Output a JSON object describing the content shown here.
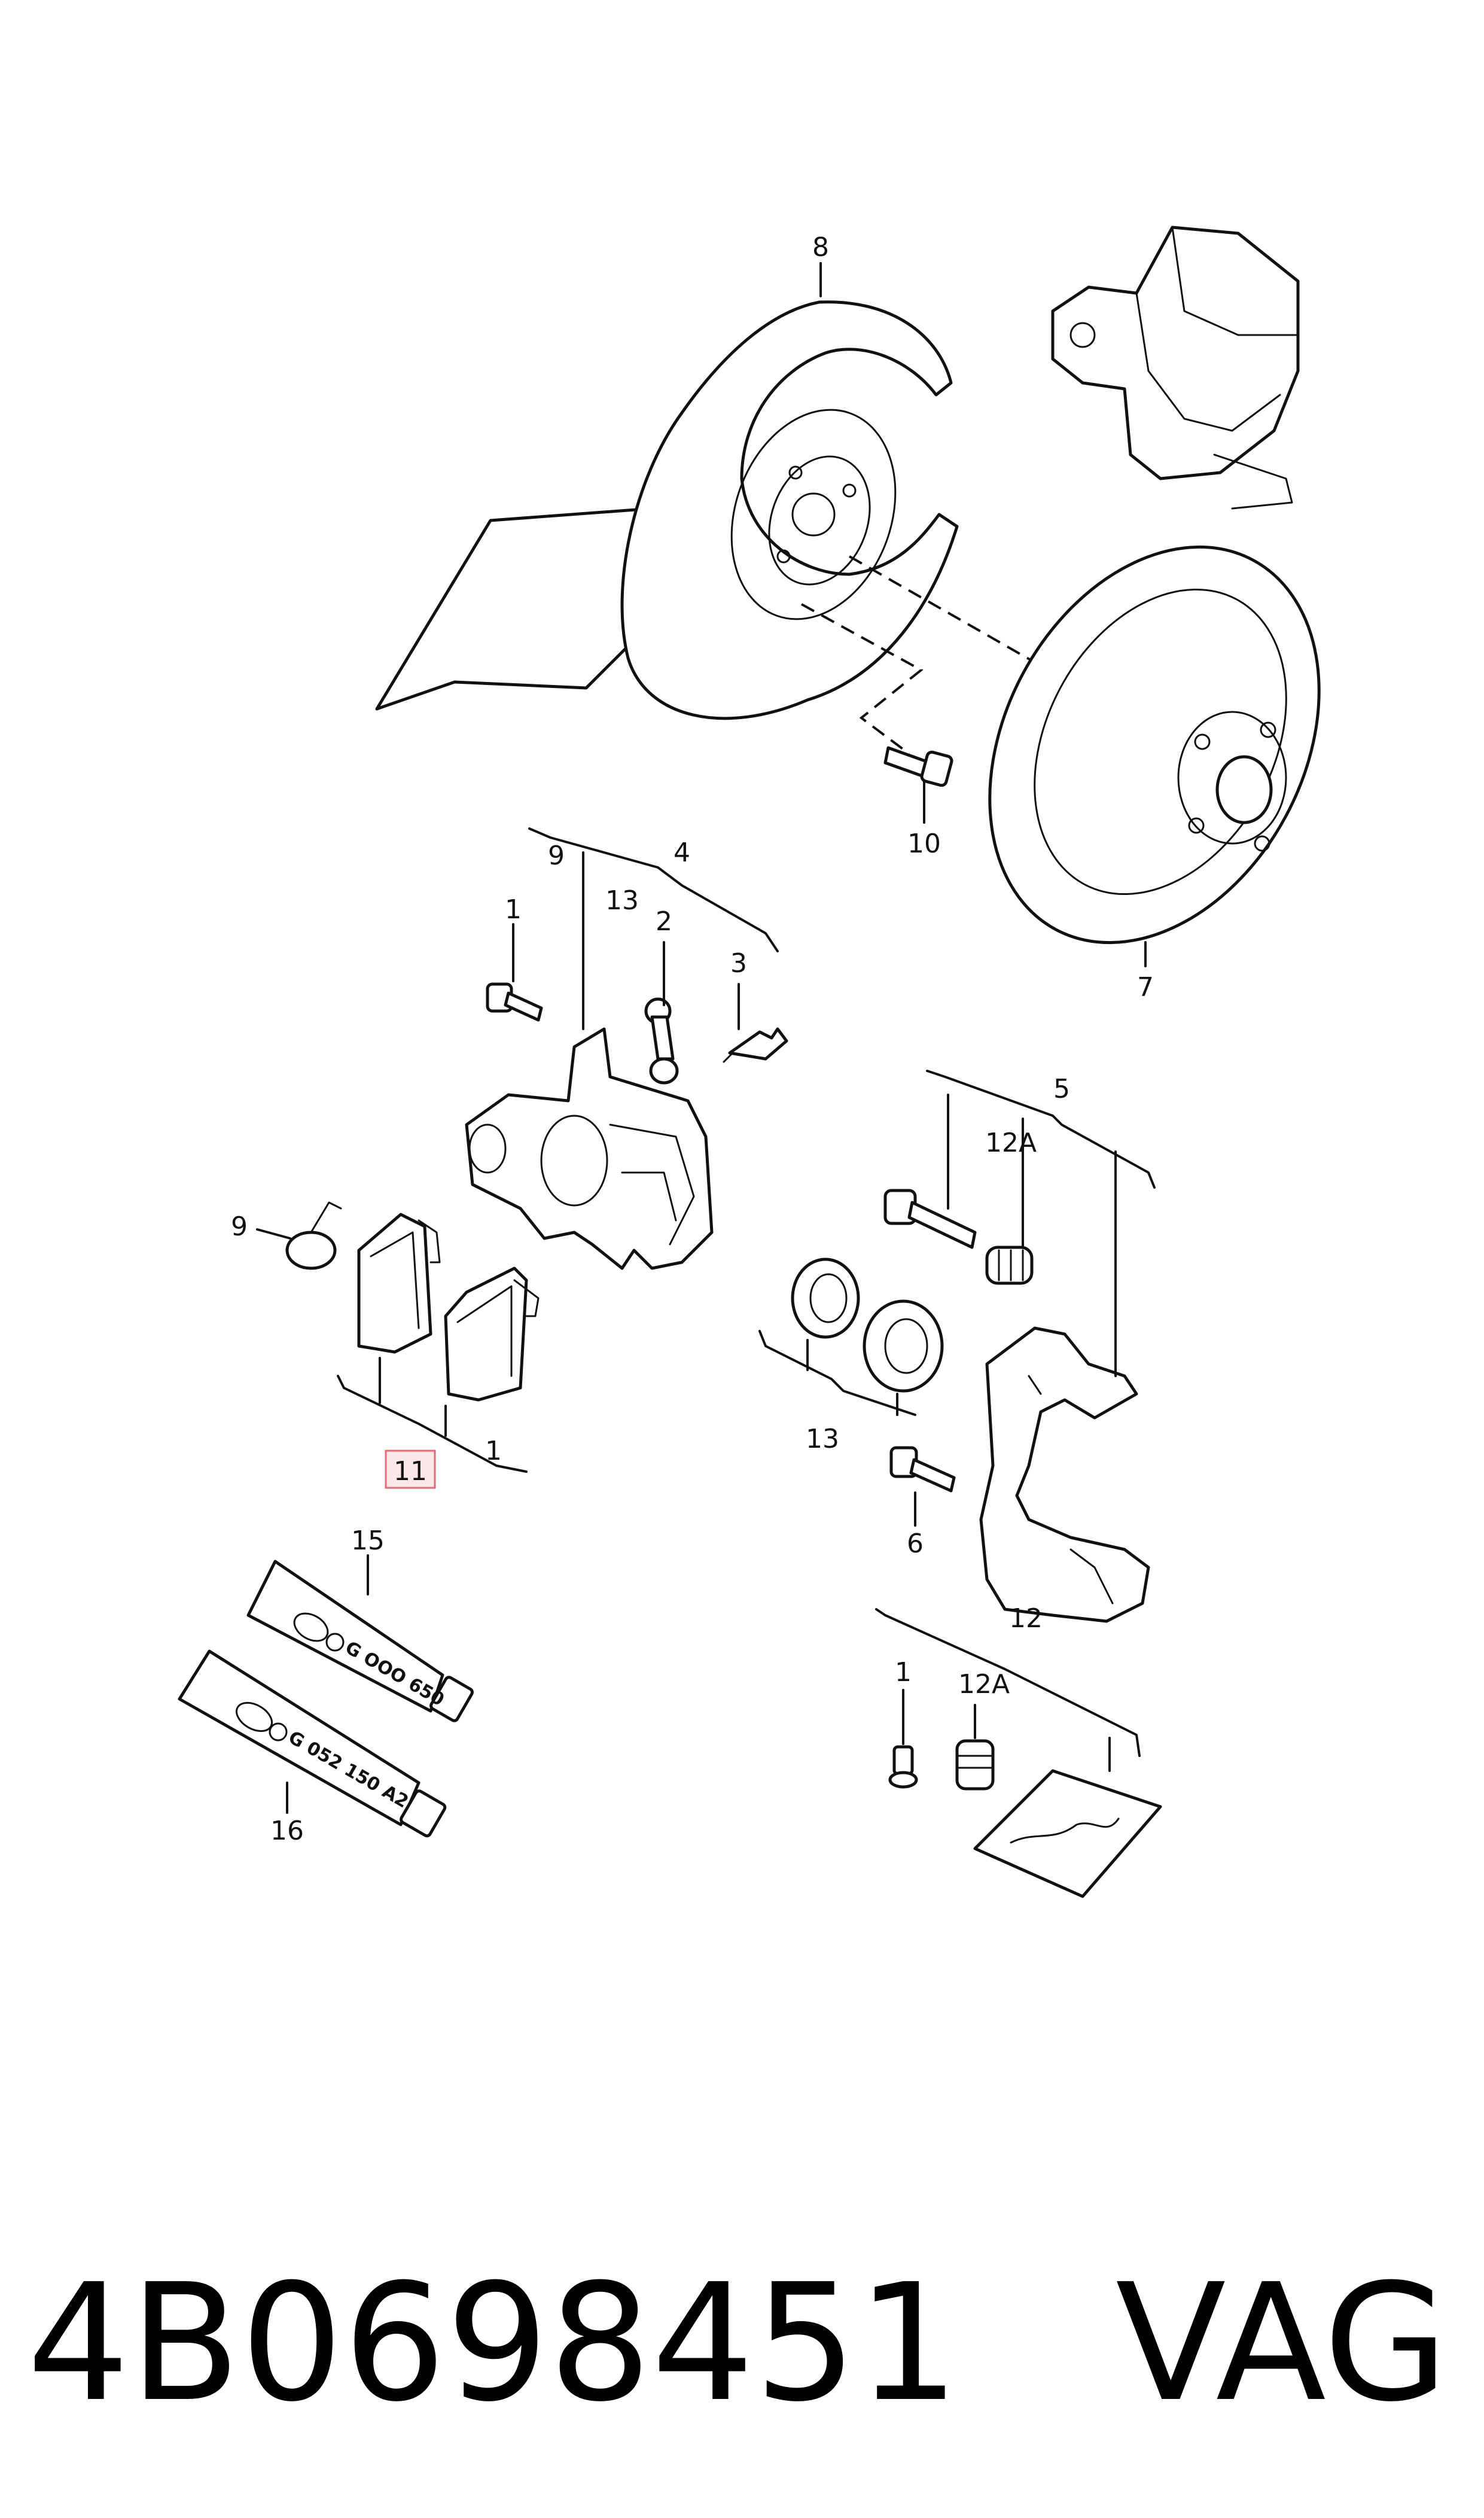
{
  "callouts": {
    "c8": "8",
    "c10": "10",
    "c7": "7",
    "c9_top": "9",
    "c4": "4",
    "c13_top": "13",
    "c2": "2",
    "c1_top": "1",
    "c3": "3",
    "c5": "5",
    "c12A_mid": "12A",
    "c9_left": "9",
    "c1_pads": "1",
    "c11": "11",
    "c13_bottom": "13",
    "c6": "6",
    "c15": "15",
    "c16": "16",
    "c12": "12",
    "c1_bottom": "1",
    "c12A_bottom": "12A"
  },
  "tubes": {
    "tube15_code": "G OOO 650",
    "tube16_code": "G 052 150 A2"
  },
  "footer": {
    "part_number": "4B0698451",
    "brand": "VAG"
  },
  "highlight": {
    "color": "#e26b78"
  }
}
